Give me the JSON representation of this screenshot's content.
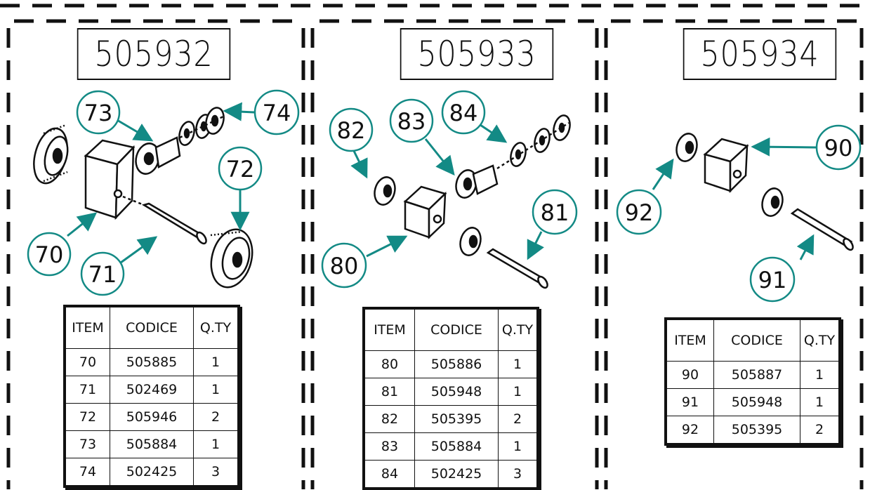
{
  "accent_color": "#138a85",
  "table_headers": {
    "item": "ITEM",
    "code": "CODICE",
    "qty": "Q.TY"
  },
  "panels": [
    {
      "title": "505932",
      "rows": [
        {
          "item": "70",
          "code": "505885",
          "qty": "1"
        },
        {
          "item": "71",
          "code": "502469",
          "qty": "1"
        },
        {
          "item": "72",
          "code": "505946",
          "qty": "2"
        },
        {
          "item": "73",
          "code": "505884",
          "qty": "1"
        },
        {
          "item": "74",
          "code": "502425",
          "qty": "3"
        }
      ],
      "callouts": [
        "70",
        "71",
        "72",
        "73",
        "74"
      ]
    },
    {
      "title": "505933",
      "rows": [
        {
          "item": "80",
          "code": "505886",
          "qty": "1"
        },
        {
          "item": "81",
          "code": "505948",
          "qty": "1"
        },
        {
          "item": "82",
          "code": "505395",
          "qty": "2"
        },
        {
          "item": "83",
          "code": "505884",
          "qty": "1"
        },
        {
          "item": "84",
          "code": "502425",
          "qty": "3"
        }
      ],
      "callouts": [
        "80",
        "81",
        "82",
        "83",
        "84"
      ]
    },
    {
      "title": "505934",
      "rows": [
        {
          "item": "90",
          "code": "505887",
          "qty": "1"
        },
        {
          "item": "91",
          "code": "505948",
          "qty": "1"
        },
        {
          "item": "92",
          "code": "505395",
          "qty": "2"
        }
      ],
      "callouts": [
        "90",
        "91",
        "92"
      ]
    }
  ]
}
